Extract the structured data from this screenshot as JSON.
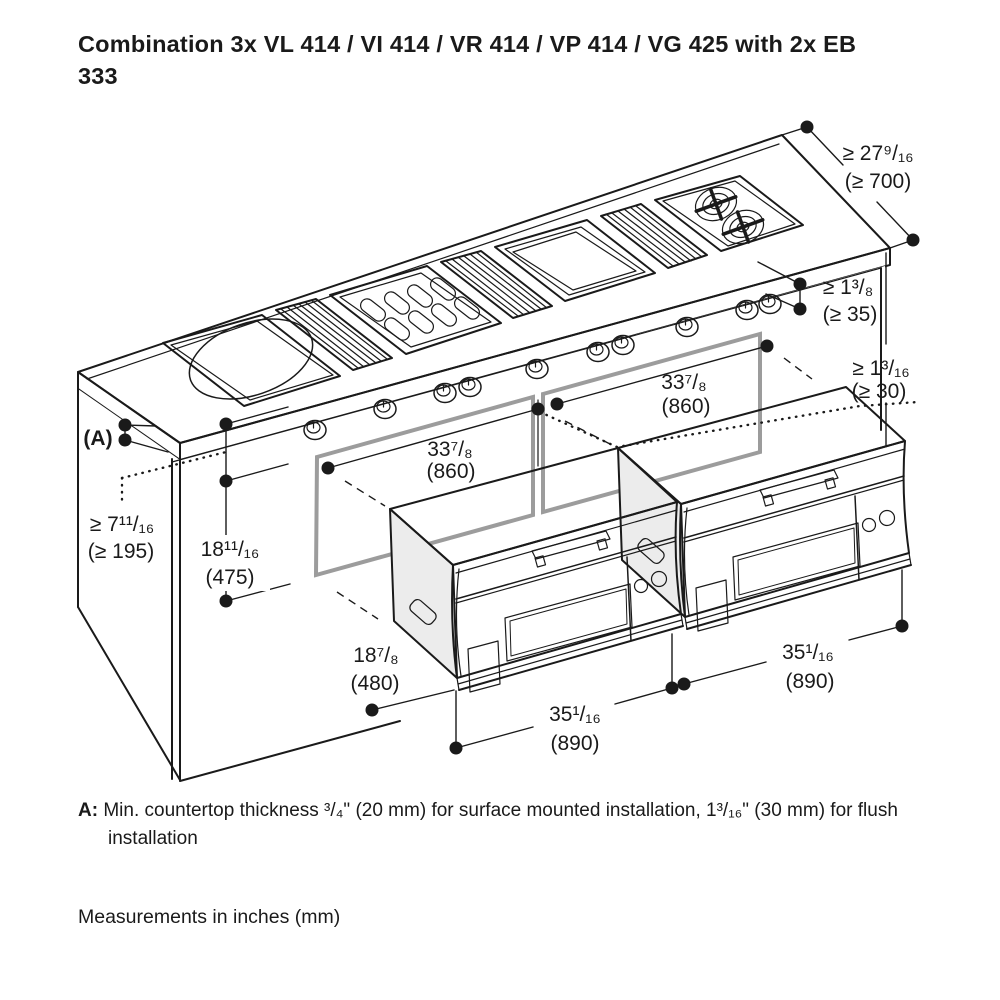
{
  "title": "Combination 3x VL 414 / VI 414 / VR 414 / VP 414 / VG 425 with 2x EB 333",
  "footnote": {
    "label": "A:",
    "text": " Min. countertop thickness ³/₄\" (20 mm) for surface mounted installation, 1³/₁₆\" (30 mm) for flush installation"
  },
  "note": "Measurements in inches (mm)",
  "dims": {
    "depth700": {
      "l1": "≥ 27⁹/₁₆",
      "l2": "(≥ 700)"
    },
    "gap35": {
      "l1": "≥ 1³/₈",
      "l2": "(≥ 35)"
    },
    "gap30": {
      "l1": "≥ 1³/₁₆",
      "l2": "(≥ 30)"
    },
    "cutout_width_left": {
      "l1": "33⁷/₈",
      "l2": "(860)"
    },
    "cutout_width_right": {
      "l1": "33⁷/₈",
      "l2": "(860)"
    },
    "cutout_height": {
      "l1": "18¹¹/₁₆",
      "l2": "(475)"
    },
    "duct_depth": {
      "l1": "≥ 7¹¹/₁₆",
      "l2": "(≥ 195)"
    },
    "marker_a": "(A)",
    "oven_depth": {
      "l1": "18⁷/₈",
      "l2": "(480)"
    },
    "oven_width_left": {
      "l1": "35¹/₁₆",
      "l2": "(890)"
    },
    "oven_width_right": {
      "l1": "35¹/₁₆",
      "l2": "(890)"
    }
  },
  "colors": {
    "ink": "#1a1a1a",
    "cutout": "#9c9c9c",
    "panel": "#ececec"
  }
}
